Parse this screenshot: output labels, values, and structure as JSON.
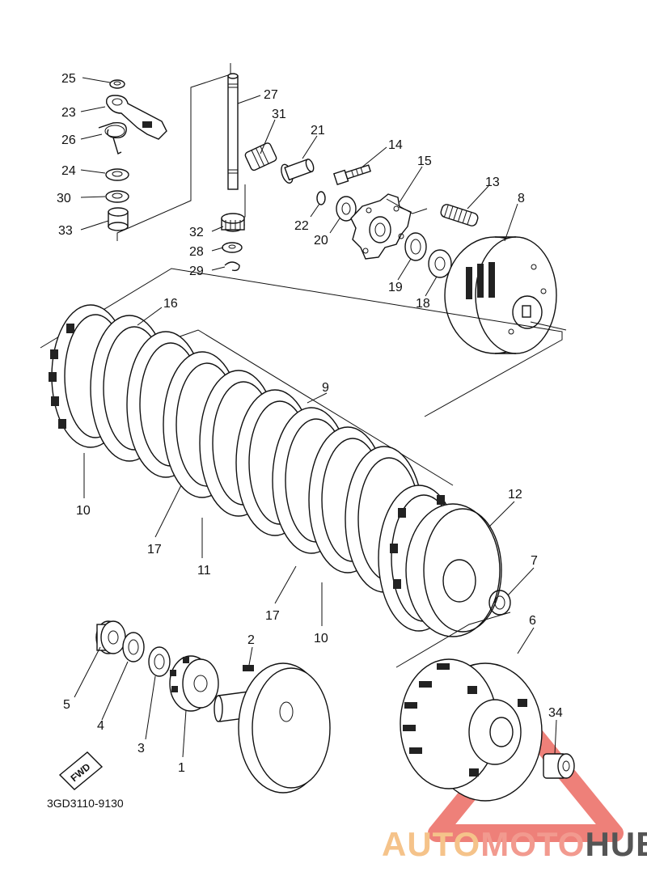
{
  "diagram": {
    "code": "3GD3110-9130",
    "direction_label": "FWD",
    "callouts": [
      "25",
      "23",
      "26",
      "24",
      "30",
      "33",
      "27",
      "31",
      "21",
      "14",
      "15",
      "13",
      "8",
      "22",
      "20",
      "19",
      "18",
      "32",
      "28",
      "29",
      "16",
      "9",
      "10",
      "17",
      "11",
      "12",
      "7",
      "17",
      "10",
      "6",
      "34",
      "2",
      "5",
      "4",
      "3",
      "1"
    ]
  },
  "watermark": {
    "part1": "AUTO",
    "part2": "MOTO",
    "part3": "HUB",
    "color1": "#f5c38a",
    "color2": "#f29a8f",
    "color3": "#555555",
    "triangle_color": "#e8564c"
  }
}
